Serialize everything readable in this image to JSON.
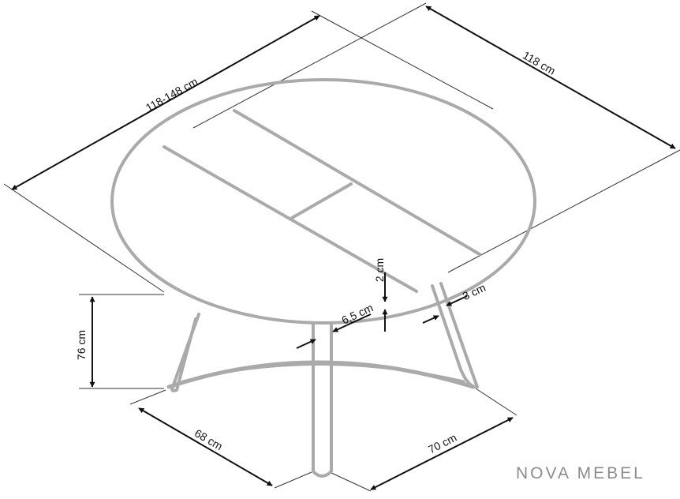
{
  "labels": {
    "length_extendable": "118-148 cm",
    "width": "118 cm",
    "top_thickness": "2 cm",
    "apron": "6,5 cm",
    "leg_width": "3 cm",
    "height": "76 cm",
    "base_depth": "68 cm",
    "base_width": "70 cm"
  },
  "brand": "NOVA MEBEL",
  "colors": {
    "furniture_outline": "#aaaaaa",
    "dimension_line": "#111111",
    "brand": "#8c8c8c"
  }
}
